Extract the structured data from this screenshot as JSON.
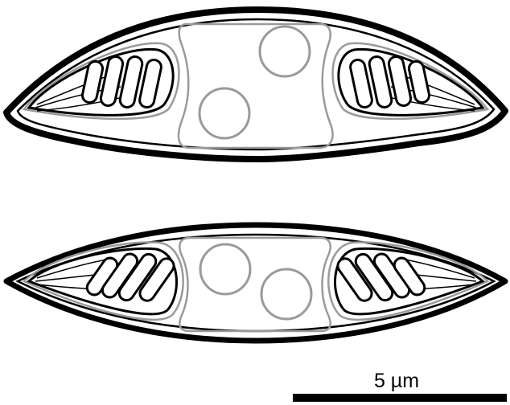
{
  "figure": {
    "scale_bar": {
      "label": "5 µm",
      "length_um": 5
    },
    "cells": [
      {
        "name": "upper-cell",
        "vacuole_circles": 2,
        "chloroplasts": 2
      },
      {
        "name": "lower-cell",
        "vacuole_circles": 2,
        "chloroplasts": 2
      }
    ],
    "colors": {
      "outline": "#000000",
      "organelle": "#9a9a9a",
      "background": "#ffffff"
    }
  }
}
